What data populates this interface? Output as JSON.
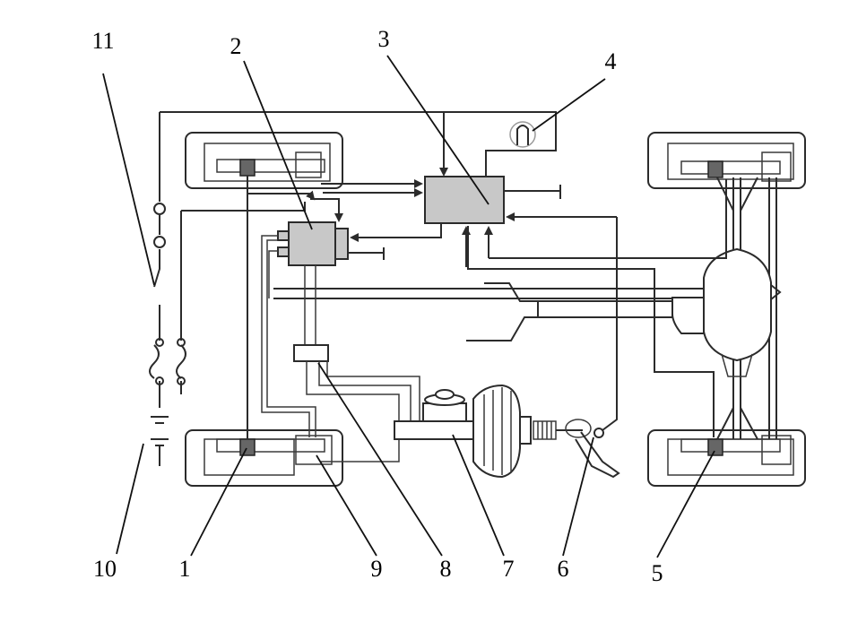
{
  "diagram": {
    "labels": [
      {
        "id": "1",
        "text": "1"
      },
      {
        "id": "2",
        "text": "2"
      },
      {
        "id": "3",
        "text": "3"
      },
      {
        "id": "4",
        "text": "4"
      },
      {
        "id": "5",
        "text": "5"
      },
      {
        "id": "6",
        "text": "6"
      },
      {
        "id": "7",
        "text": "7"
      },
      {
        "id": "8",
        "text": "8"
      },
      {
        "id": "9",
        "text": "9"
      },
      {
        "id": "10",
        "text": "10"
      },
      {
        "id": "11",
        "text": "11"
      }
    ],
    "colors": {
      "line": "#2b2b2b",
      "component_fill": "#c8c8c8",
      "background": "#ffffff"
    }
  }
}
